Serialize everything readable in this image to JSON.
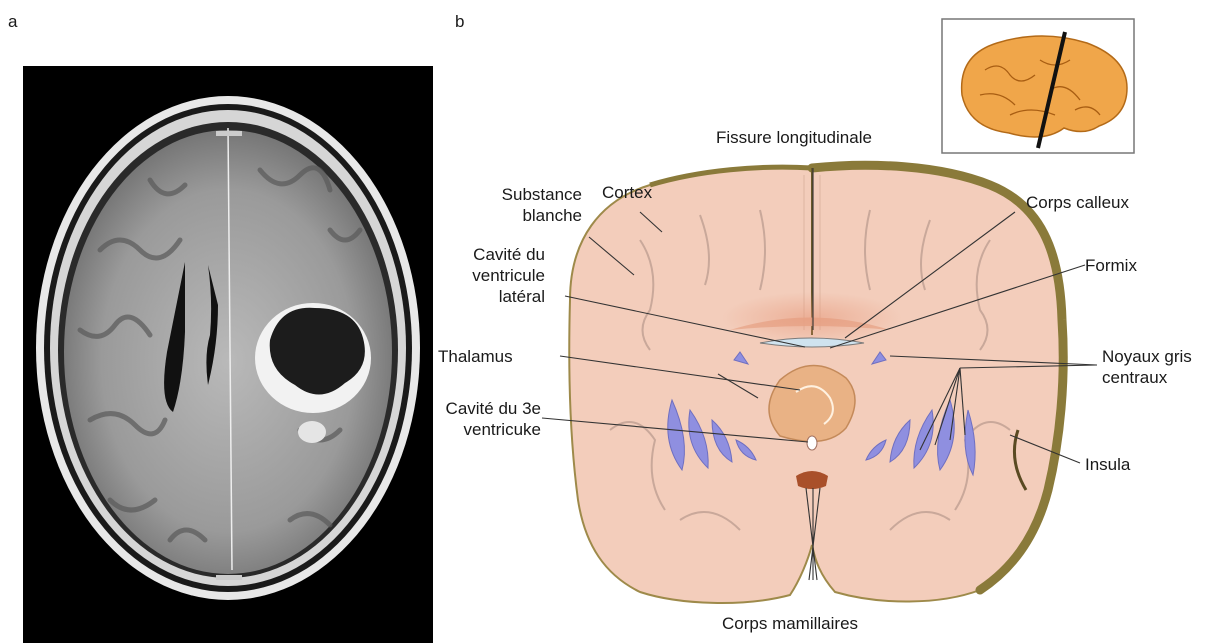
{
  "panels": {
    "a": "a",
    "b": "b"
  },
  "labels": {
    "fissure": "Fissure longitudinale",
    "substance": [
      "Substance",
      "blanche"
    ],
    "cortex": "Cortex",
    "corps_calleux": "Corps calleux",
    "cavite_lateral": [
      "Cavité du",
      "ventricule",
      "latéral"
    ],
    "formix": "Formix",
    "thalamus": "Thalamus",
    "noyaux": [
      "Noyaux gris",
      "centraux"
    ],
    "cavite_3e": [
      "Cavité du 3e",
      "ventricuke"
    ],
    "insula": "Insula",
    "mamillaires": "Corps mamillaires"
  },
  "colors": {
    "tissue": "#f3cdbb",
    "cortex_edge": "#8a7a3a",
    "thalamus": "#e9b285",
    "ganglia": "#8f8fe0",
    "mamillary": "#a9502a",
    "inset_brain": "#f0a64a"
  }
}
